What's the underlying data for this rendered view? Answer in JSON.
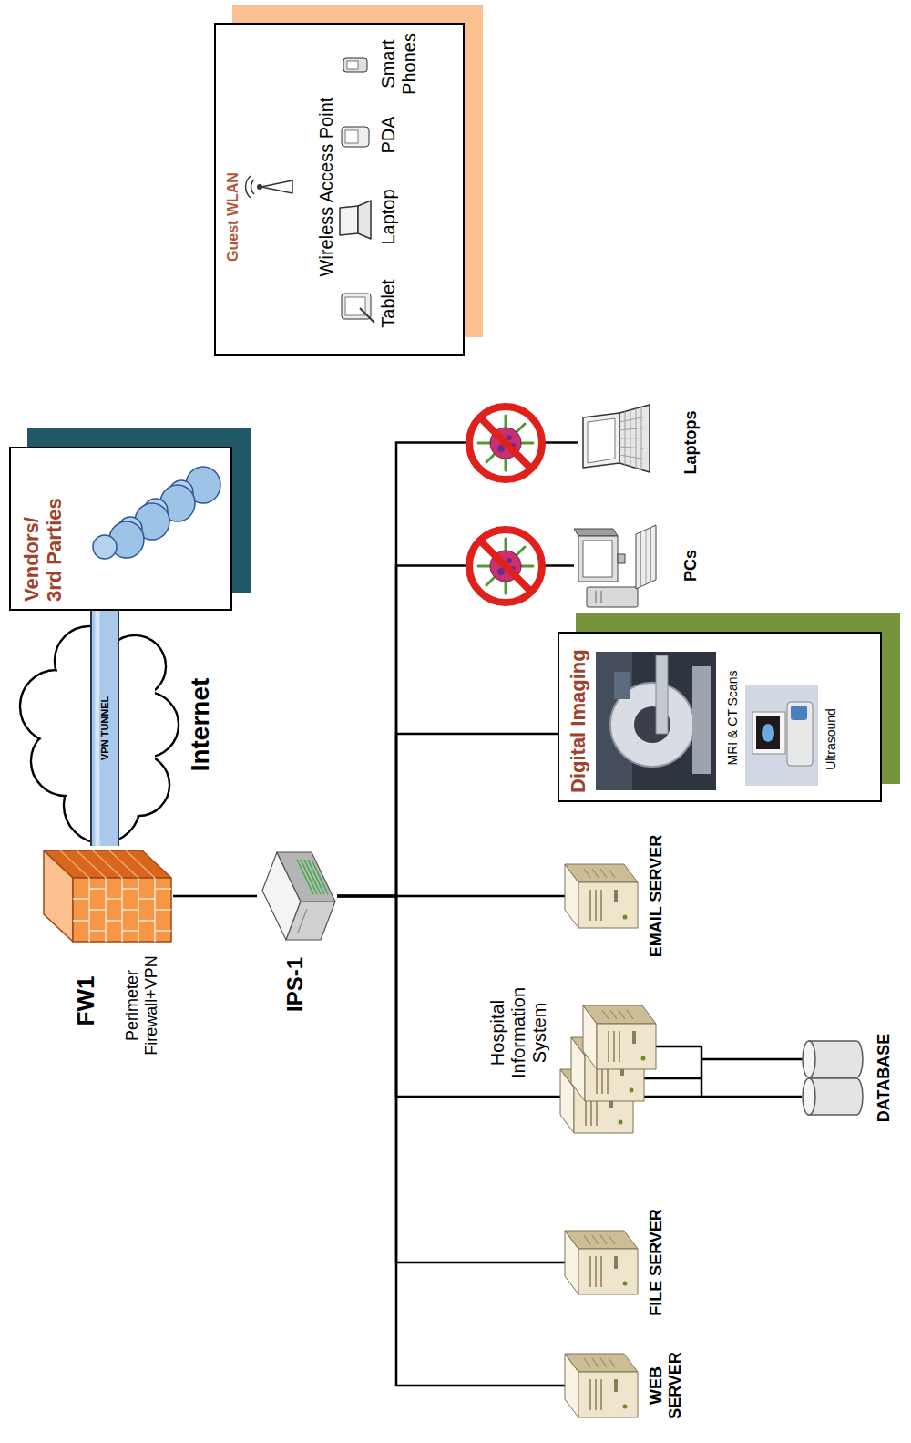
{
  "diagram": {
    "nodes": [
      {
        "text": [
          "FW1",
          "Perimeter Firewall+VPN"
        ]
      },
      {
        "text": [
          "Vendors/ 3rd Parties"
        ]
      },
      {
        "text": [
          "IPS-1"
        ]
      },
      {
        "text": [
          "WEB SERVER"
        ]
      },
      {
        "text": [
          "FILE SERVER"
        ]
      },
      {
        "text": [
          "Hospital Information System"
        ]
      },
      {
        "text": [
          "DATABASE"
        ]
      },
      {
        "text": [
          "EMAIL SERVER"
        ]
      },
      {
        "text": [
          "Digital Imaging",
          "MRI & CT Scans",
          "Ultrasound"
        ]
      },
      {
        "text": [
          "PCs"
        ]
      },
      {
        "text": [
          "Laptops"
        ]
      },
      {
        "text": [
          "Guest WLAN",
          "Wireless Access Point",
          "Tablet",
          "Laptop",
          "PDA",
          "Smart Phones"
        ]
      }
    ],
    "edges": [
      {
        "from": 0,
        "to": 1,
        "label": "VPN TUNNEL",
        "arrow": "none"
      },
      {
        "from": 0,
        "to": 2,
        "arrow": "none"
      },
      {
        "from": 2,
        "to": 3,
        "arrow": "none"
      },
      {
        "from": 2,
        "to": 4,
        "arrow": "none"
      },
      {
        "from": 2,
        "to": 5,
        "arrow": "none"
      },
      {
        "from": 2,
        "to": 7,
        "arrow": "none"
      },
      {
        "from": 2,
        "to": 8,
        "arrow": "none"
      },
      {
        "from": 2,
        "to": 9,
        "arrow": "none"
      },
      {
        "from": 2,
        "to": 10,
        "arrow": "none"
      },
      {
        "from": 5,
        "to": 6,
        "arrow": "none"
      }
    ],
    "labels": [
      "Internet"
    ]
  }
}
